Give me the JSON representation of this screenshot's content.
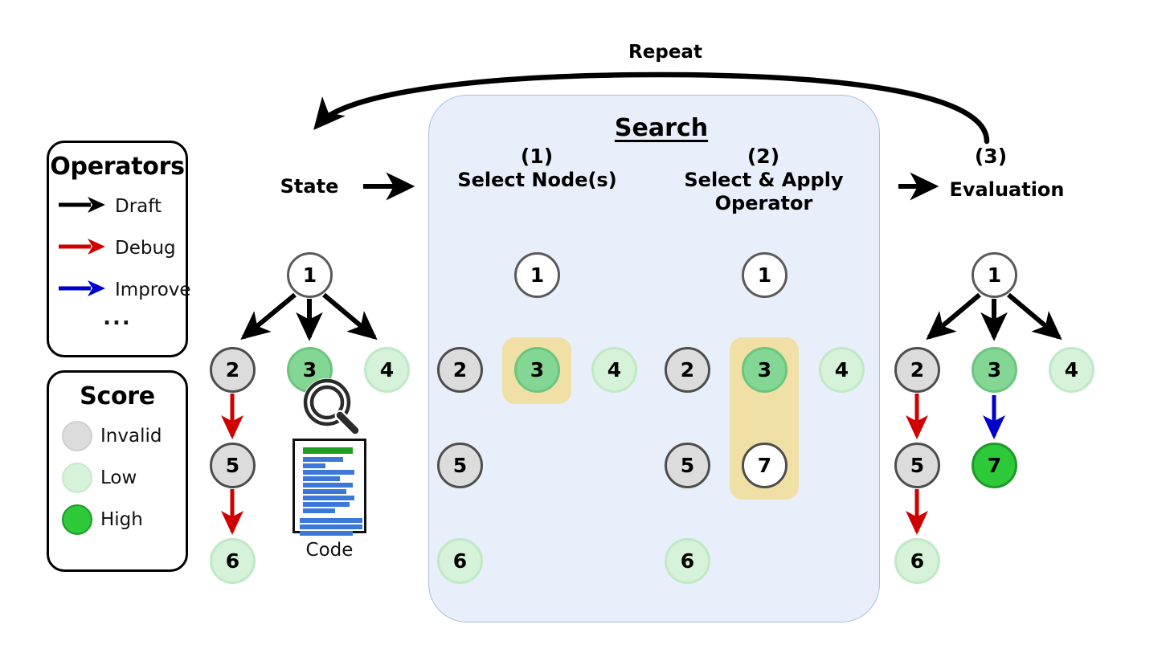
{
  "diagram": {
    "repeat_label": "Repeat",
    "search_title": "Search",
    "state_label": "State",
    "code_label": "Code"
  },
  "stages": [
    {
      "num": "(1)",
      "label": "Select Node(s)"
    },
    {
      "num": "(2)",
      "label": "Select & Apply\nOperator"
    },
    {
      "num": "(3)",
      "label": "Evaluation"
    }
  ],
  "operators_legend": {
    "title": "Operators",
    "items": [
      {
        "label": "Draft",
        "color": "#000000",
        "icon": "arrow-right-icon"
      },
      {
        "label": "Debug",
        "color": "#d00000",
        "icon": "arrow-right-icon"
      },
      {
        "label": "Improve",
        "color": "#0000cc",
        "icon": "arrow-right-icon"
      }
    ],
    "ellipsis": "..."
  },
  "score_legend": {
    "title": "Score",
    "items": [
      {
        "label": "Invalid",
        "color": "#dcdcdc",
        "border": "#cfcfcf"
      },
      {
        "label": "Low",
        "color": "#d6f2d9",
        "border": "#c6e9cc"
      },
      {
        "label": "High",
        "color": "#2dc938",
        "border": "#1e9a2a"
      }
    ]
  },
  "trees": [
    {
      "name": "state-tree",
      "nodes": [
        {
          "id": "1",
          "score": "root"
        },
        {
          "id": "2",
          "score": "invalid"
        },
        {
          "id": "3",
          "score": "mid"
        },
        {
          "id": "4",
          "score": "low"
        },
        {
          "id": "5",
          "score": "invalid"
        },
        {
          "id": "6",
          "score": "low"
        }
      ],
      "edges": [
        {
          "from": "1",
          "to": "2",
          "operator": "Draft"
        },
        {
          "from": "1",
          "to": "3",
          "operator": "Draft"
        },
        {
          "from": "1",
          "to": "4",
          "operator": "Draft"
        },
        {
          "from": "2",
          "to": "5",
          "operator": "Debug"
        },
        {
          "from": "5",
          "to": "6",
          "operator": "Debug"
        }
      ],
      "annotations": [
        "magnifier-icon",
        "code-card"
      ]
    },
    {
      "name": "select-nodes-tree",
      "nodes": [
        {
          "id": "1",
          "score": "root"
        },
        {
          "id": "2",
          "score": "invalid"
        },
        {
          "id": "3",
          "score": "mid",
          "highlighted": true
        },
        {
          "id": "4",
          "score": "low"
        },
        {
          "id": "5",
          "score": "invalid"
        },
        {
          "id": "6",
          "score": "low"
        }
      ],
      "edges": [
        {
          "from": "1",
          "to": "2",
          "operator": "Draft"
        },
        {
          "from": "1",
          "to": "3",
          "operator": "Draft"
        },
        {
          "from": "1",
          "to": "4",
          "operator": "Draft"
        },
        {
          "from": "2",
          "to": "5",
          "operator": "Debug"
        },
        {
          "from": "5",
          "to": "6",
          "operator": "Debug"
        }
      ]
    },
    {
      "name": "apply-operator-tree",
      "nodes": [
        {
          "id": "1",
          "score": "root"
        },
        {
          "id": "2",
          "score": "invalid"
        },
        {
          "id": "3",
          "score": "mid",
          "highlighted": true
        },
        {
          "id": "4",
          "score": "low"
        },
        {
          "id": "5",
          "score": "invalid"
        },
        {
          "id": "6",
          "score": "low"
        },
        {
          "id": "7",
          "score": "pending",
          "highlighted": true
        }
      ],
      "edges": [
        {
          "from": "1",
          "to": "2",
          "operator": "Draft"
        },
        {
          "from": "1",
          "to": "3",
          "operator": "Draft"
        },
        {
          "from": "1",
          "to": "4",
          "operator": "Draft"
        },
        {
          "from": "2",
          "to": "5",
          "operator": "Debug"
        },
        {
          "from": "5",
          "to": "6",
          "operator": "Debug"
        },
        {
          "from": "3",
          "to": "7",
          "operator": "Improve",
          "style": "dashed"
        }
      ]
    },
    {
      "name": "evaluation-tree",
      "nodes": [
        {
          "id": "1",
          "score": "root"
        },
        {
          "id": "2",
          "score": "invalid"
        },
        {
          "id": "3",
          "score": "mid"
        },
        {
          "id": "4",
          "score": "low"
        },
        {
          "id": "5",
          "score": "invalid"
        },
        {
          "id": "6",
          "score": "low"
        },
        {
          "id": "7",
          "score": "high"
        }
      ],
      "edges": [
        {
          "from": "1",
          "to": "2",
          "operator": "Draft"
        },
        {
          "from": "1",
          "to": "3",
          "operator": "Draft"
        },
        {
          "from": "1",
          "to": "4",
          "operator": "Draft"
        },
        {
          "from": "2",
          "to": "5",
          "operator": "Debug"
        },
        {
          "from": "5",
          "to": "6",
          "operator": "Debug"
        },
        {
          "from": "3",
          "to": "7",
          "operator": "Improve"
        }
      ]
    }
  ],
  "colors": {
    "draft": "#000000",
    "debug": "#d00000",
    "improve": "#0000cc",
    "panel_bg": "#e8effa",
    "panel_border": "#a7c0e0",
    "highlight": "#f0e0a6",
    "code_green": "#1f9e1f",
    "code_blue": "#3b78d8"
  }
}
